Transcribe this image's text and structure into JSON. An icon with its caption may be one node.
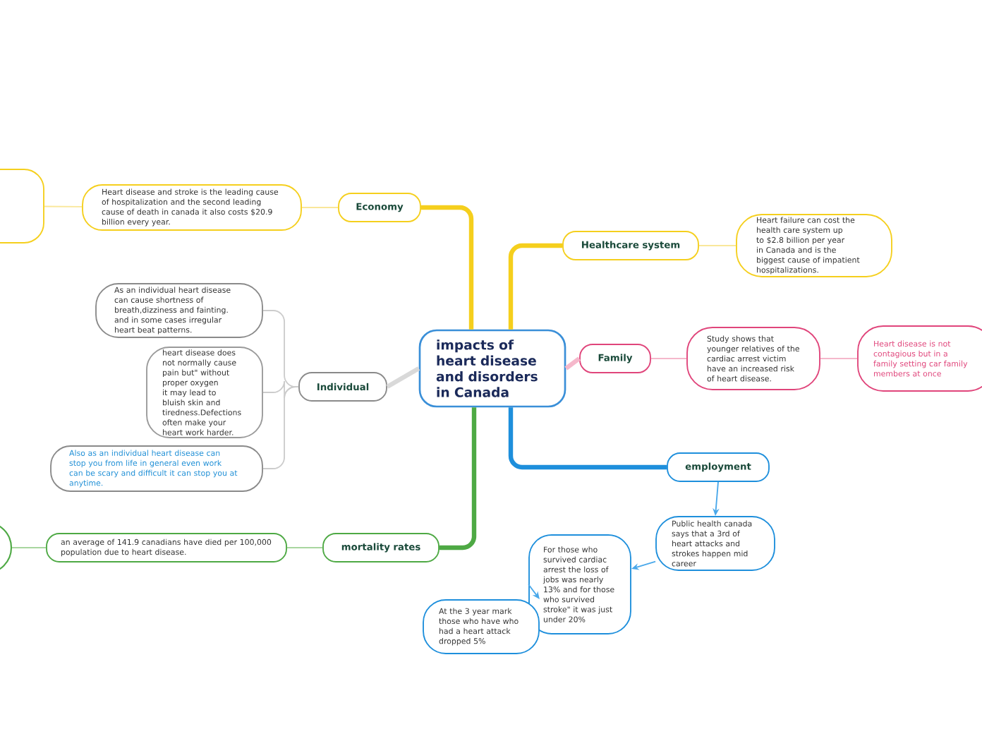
{
  "diagram": {
    "nodes": [
      {
        "text": [
          "impacts of heart disease and disorders in Canada"
        ]
      },
      {
        "text": [
          "Economy"
        ]
      },
      {
        "text": [
          "Heart disease and stroke is the leading cause of hospitalization and the second leading cause of death in canada it also costs $20.9 billion every year."
        ]
      },
      {
        "text": [],
        "shape": "box"
      },
      {
        "text": [
          "Healthcare system"
        ]
      },
      {
        "text": [
          "Heart failure can cost the health care system up to $2.8 billion per year in Canada and is the biggest cause of impatient hospitalizations."
        ]
      },
      {
        "text": [
          "Individual"
        ]
      },
      {
        "text": [
          "As an individual heart disease can cause shortness of breath,dizziness and fainting. and in some cases irregular heart beat patterns."
        ]
      },
      {
        "text": [
          "heart disease does not normally cause pain but\" without proper oxygen it may lead to bluish skin and tiredness.Defections often make your heart work harder."
        ]
      },
      {
        "text": [
          "Also as an individual heart disease can stop you from life in general even work can be scary and difficult it can stop you at anytime."
        ]
      },
      {
        "text": [
          "Family"
        ]
      },
      {
        "text": [
          "Study shows that younger relatives of the cardiac arrest victim have an increased risk of heart disease."
        ]
      },
      {
        "text": [
          "Heart disease is not contagious but in a family setting car family members at once"
        ]
      },
      {
        "text": [
          "employment"
        ]
      },
      {
        "text": [
          "Public health canada says that a 3rd of heart attacks and strokes happen mid career"
        ]
      },
      {
        "text": [
          "For those who survived cardiac arrest the loss of jobs was nearly 13% and for those who survived stroke\" it was just under 20%"
        ]
      },
      {
        "text": [
          "At the 3 year mark those who have who had a heart attack dropped 5%"
        ]
      },
      {
        "text": [
          "mortality rates"
        ]
      },
      {
        "text": [
          "an average of 141.9 canadians have died per 100,000 population due to heart disease."
        ]
      },
      {
        "text": [],
        "shape": "circle"
      }
    ],
    "edges": [
      {
        "from": 0,
        "to": 1,
        "arrow": "none",
        "style": "thick",
        "color": "#f5cf1d"
      },
      {
        "from": 1,
        "to": 2,
        "arrow": "none",
        "color": "#f9e79a"
      },
      {
        "from": 2,
        "to": 3,
        "arrow": "none",
        "color": "#f9e79a"
      },
      {
        "from": 0,
        "to": 4,
        "arrow": "none",
        "style": "thick",
        "color": "#f5cf1d"
      },
      {
        "from": 4,
        "to": 5,
        "arrow": "none",
        "color": "#f9e79a"
      },
      {
        "from": 0,
        "to": 6,
        "arrow": "none",
        "style": "thick",
        "color": "#d9d9d9"
      },
      {
        "from": 6,
        "to": 7,
        "arrow": "none",
        "color": "#cccccc"
      },
      {
        "from": 6,
        "to": 8,
        "arrow": "none",
        "color": "#cccccc"
      },
      {
        "from": 6,
        "to": 9,
        "arrow": "none",
        "color": "#cccccc"
      },
      {
        "from": 0,
        "to": 10,
        "arrow": "none",
        "style": "thick",
        "color": "#f5b8cb"
      },
      {
        "from": 10,
        "to": 11,
        "arrow": "none",
        "color": "#f5b8cb"
      },
      {
        "from": 11,
        "to": 12,
        "arrow": "none",
        "color": "#f5b8cb"
      },
      {
        "from": 0,
        "to": 13,
        "arrow": "none",
        "style": "thick",
        "color": "#1e8fdc"
      },
      {
        "from": 13,
        "to": 14,
        "arrow": "to",
        "color": "#4aa8ea"
      },
      {
        "from": 14,
        "to": 15,
        "arrow": "to",
        "color": "#4aa8ea"
      },
      {
        "from": 15,
        "to": 16,
        "arrow": "to",
        "color": "#4aa8ea"
      },
      {
        "from": 0,
        "to": 17,
        "arrow": "none",
        "style": "thick",
        "color": "#4ea944"
      },
      {
        "from": 17,
        "to": 18,
        "arrow": "none",
        "color": "#a8d69f"
      },
      {
        "from": 18,
        "to": 19,
        "arrow": "none",
        "color": "#a8d69f"
      }
    ]
  }
}
